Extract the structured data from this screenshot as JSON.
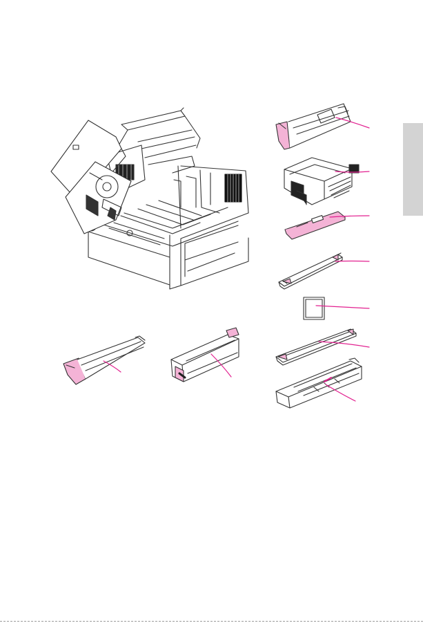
{
  "page": {
    "background": "#ffffff",
    "line_color": "#333333",
    "accent_color": "#e21f8f",
    "part_fill_color": "#f4b3d6",
    "tab_color": "#d3d3d3"
  },
  "figure": {
    "main_unit": "printer-open-illustration",
    "parts": [
      "drum-cartridge",
      "fuser-unit",
      "toner-cartridge",
      "transfer-corona",
      "ozone-filter",
      "charge-corona",
      "transfer-roller-unit",
      "developer-cartridge",
      "cleaning-unit"
    ]
  }
}
